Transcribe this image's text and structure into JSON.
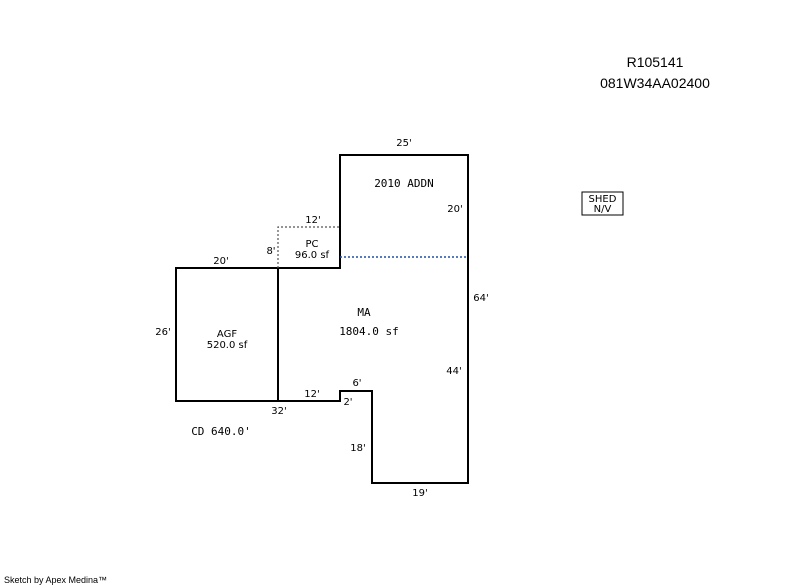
{
  "header": {
    "account_id": "R105141",
    "map_tax_lot": "081W34AA02400"
  },
  "areas": {
    "addition": {
      "code": "2010 ADDN"
    },
    "porch": {
      "code": "PC",
      "area": "96.0 sf"
    },
    "main": {
      "code": "MA",
      "area": "1804.0 sf"
    },
    "garage": {
      "code": "AGF",
      "area": "520.0 sf"
    },
    "deck": {
      "label": "CD 640.0'"
    }
  },
  "dimensions": {
    "addn_top": "25'",
    "addn_side": "20'",
    "porch_top": "12'",
    "porch_side": "8'",
    "garage_top": "20'",
    "garage_side": "26'",
    "bottom_left": "32'",
    "notch_bottom": "12'",
    "notch_top": "6'",
    "notch_side": "2'",
    "right_total": "64'",
    "right_inner": "44'",
    "lower_side": "18'",
    "lower_bottom": "19'"
  },
  "shed": {
    "line1": "SHED",
    "line2": "N/V"
  },
  "footer": {
    "credit": "Sketch by Apex Medina™"
  },
  "colors": {
    "wall": "#000000",
    "porch_dash": "#555555",
    "addition_divider": "#1f4fa8"
  }
}
